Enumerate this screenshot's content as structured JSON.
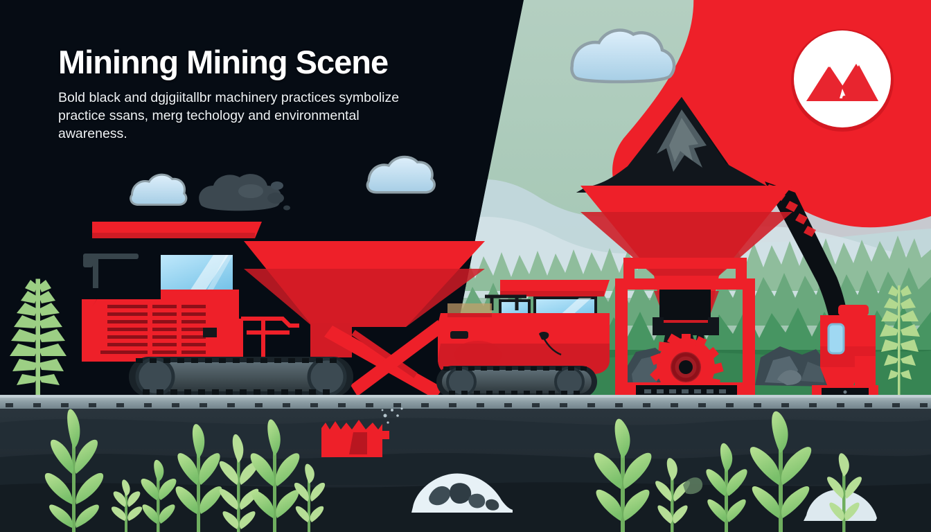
{
  "scene": {
    "title": "Mininng Mining Scene",
    "subtitle": "Bold black and dgjgiitallbr machinery practices symbolize practice ssans, merg techology and environmental awareness.",
    "logo": {
      "name": "mountain-m-logo",
      "badge_shape": "circle",
      "badge_fill": "#ffffff",
      "glyph_fill": "#e8252f"
    },
    "palette": {
      "dark_background": "#060c14",
      "brand_red": "#ee2029",
      "red_shadow": "#cc1a24",
      "red_light": "#f73640",
      "sky_green": "#adcbbc",
      "forest_far": "#7fae8f",
      "forest_mid": "#5f9e73",
      "forest_near": "#3f8b5a",
      "ground_green": "#2f7a4b",
      "cloud_blue": "#c6e1f2",
      "cloud_outline": "#8fa0a8",
      "rail_gray": "#97a8ad",
      "soil_dark": "#1b242c",
      "soil_darker": "#141c23",
      "leaf_green": "#8fd07a",
      "leaf_green_light": "#b6de96",
      "coal_black": "#0b0f14",
      "rock_gray": "#4a5960",
      "snow_white": "#e7f1f6",
      "glass_blue": "#9fd8f2",
      "track_gray": "#4c5a61"
    },
    "elements": [
      {
        "name": "left-excavator",
        "label": "Red tracked excavator with hopper"
      },
      {
        "name": "right-bulldozer",
        "label": "Red tracked bulldozer"
      },
      {
        "name": "crusher-rig",
        "label": "Red frame crusher with gear wheel"
      },
      {
        "name": "silo-unit",
        "label": "Red silo processing unit"
      },
      {
        "name": "coal-mountain",
        "label": "Black coal peak above funnel"
      },
      {
        "name": "conveyor-arm",
        "label": "Black curved conveyor arm"
      },
      {
        "name": "small-red-machine",
        "label": "Small red underground machine"
      },
      {
        "name": "coal-rock-mound",
        "label": "White mound with coal rocks"
      },
      {
        "name": "smoke-plume",
        "label": "Gray smoke plume"
      },
      {
        "name": "clouds",
        "label": "Blue rounded clouds"
      },
      {
        "name": "ferns",
        "label": "Light green ferns"
      },
      {
        "name": "foreground-plants",
        "label": "Green leafy plants in soil"
      },
      {
        "name": "rail-strip",
        "label": "Gray horizontal rail band"
      }
    ]
  }
}
